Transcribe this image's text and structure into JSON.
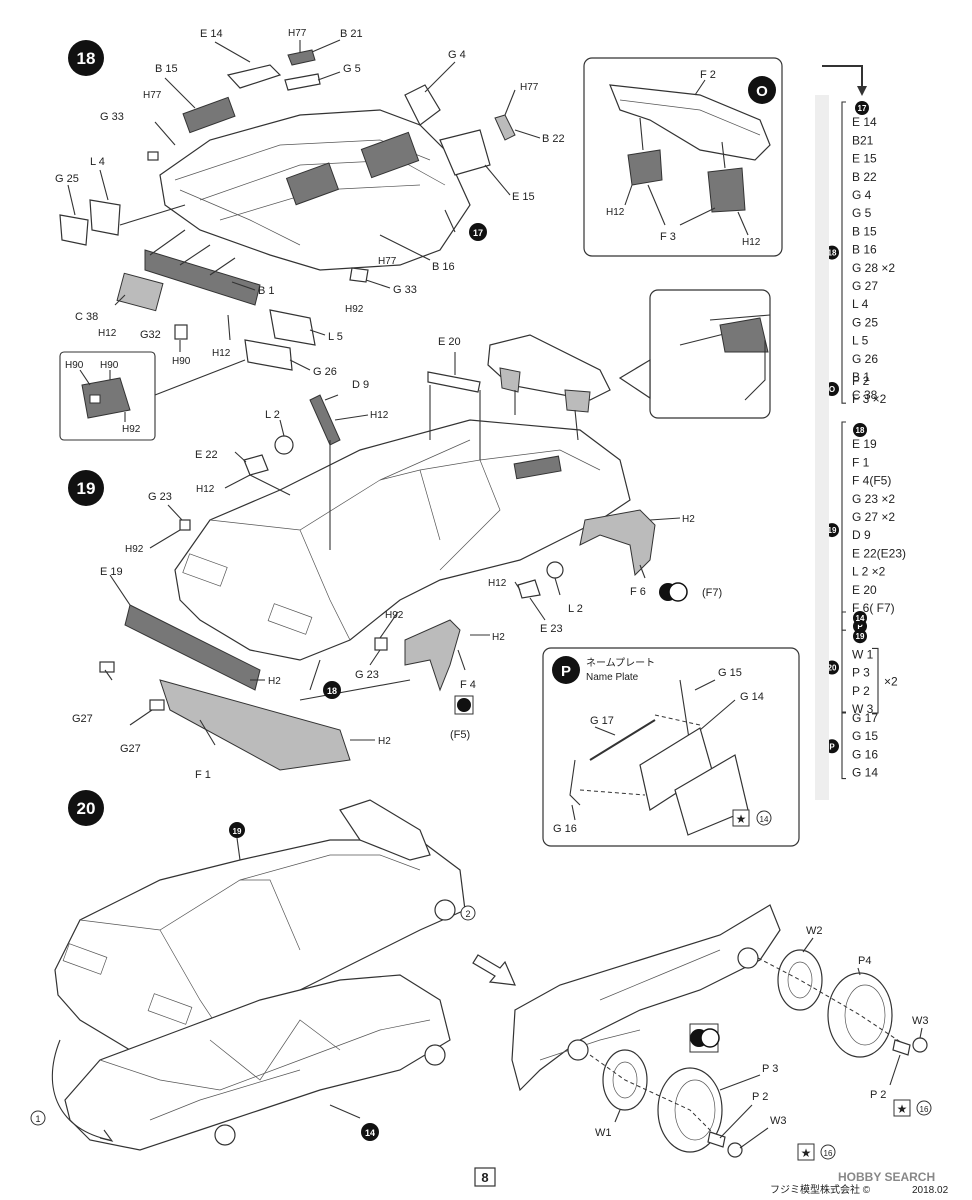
{
  "steps": {
    "s18": "18",
    "s19": "19",
    "s20": "20",
    "circle17": "17",
    "circle18": "18",
    "circle19": "19",
    "circle14": "14",
    "circle1": "1",
    "circle2": "2",
    "circle14b": "14",
    "circle16a": "16",
    "circle16b": "16"
  },
  "step18_labels": {
    "e14": "E 14",
    "h77a": "H77",
    "b21": "B 21",
    "g5": "G 5",
    "g4": "G 4",
    "b15": "B 15",
    "h77b": "H77",
    "g33a": "G 33",
    "h77c": "H77",
    "b22": "B 22",
    "l4": "L 4",
    "g25": "G 25",
    "e15": "E 15",
    "b16": "B 16",
    "h77d": "H77",
    "b1": "B 1",
    "c38": "C 38",
    "h12a": "H12",
    "g32": "G32",
    "h90a": "H90",
    "h12b": "H12",
    "l5": "L 5",
    "g26": "G 26",
    "h92a": "H92",
    "g33b": "G 33",
    "inset_h90a": "H90",
    "inset_h90b": "H90",
    "inset_h92": "H92"
  },
  "optionO": {
    "marker": "O",
    "f2": "F 2",
    "f3": "F 3",
    "h12a": "H12",
    "h12b": "H12"
  },
  "step19_labels": {
    "e20": "E 20",
    "d9": "D 9",
    "h12a": "H12",
    "l2a": "L 2",
    "e22": "E 22",
    "h12b": "H12",
    "g23a": "G 23",
    "h92a": "H92",
    "e19": "E 19",
    "h2a": "H2",
    "f6": "F 6",
    "f7": "(F7)",
    "h12c": "H12",
    "l2b": "L 2",
    "e23": "E 23",
    "h92b": "H92",
    "g23b": "G 23",
    "h2b": "H2",
    "f4": "F 4",
    "f5": "(F5)",
    "h2c": "H2",
    "g27a": "G27",
    "g27b": "G27",
    "h2d": "H2",
    "f1": "F 1"
  },
  "nameplate": {
    "marker": "P",
    "title_jp": "ネームプレート",
    "title_en": "Name Plate",
    "g15": "G 15",
    "g17": "G 17",
    "g14": "G 14",
    "g16": "G 16"
  },
  "step20_labels": {
    "w2": "W2",
    "p4": "P4",
    "w3a": "W3",
    "p2a": "P 2",
    "p3": "P 3",
    "p2b": "P 2",
    "w3b": "W3",
    "w1": "W1"
  },
  "parts_list": {
    "g18": {
      "head": "17",
      "items": [
        "E 14",
        "B21",
        "E 15",
        "B 22",
        "G 4",
        "G 5",
        "B 15",
        "B 16",
        "G 28 ×2",
        "G 27",
        "L 4",
        "G 25",
        "L 5",
        "G 26",
        "B 1",
        "C 38"
      ],
      "label": "18"
    },
    "gO": {
      "label": "O",
      "items": [
        "F 2",
        "F 3 ×2"
      ]
    },
    "g19": {
      "label": "19",
      "items": [
        "18",
        "E 19",
        "F 1",
        "F 4(F5)",
        "G 23 ×2",
        "G 27 ×2",
        "D 9",
        "E 22(E23)",
        "L 2 ×2",
        "E 20",
        "F 6( F7)",
        "P"
      ]
    },
    "g20": {
      "label": "20",
      "items": [
        "14",
        "19",
        "W 1",
        "P 3",
        "P 2",
        "W 3"
      ],
      "mult": "×2"
    },
    "gP": {
      "label": "P",
      "items": [
        "G 17",
        "G 15",
        "G 16",
        "G 14"
      ]
    }
  },
  "footer": {
    "page": "8",
    "maker": "フジミ模型株式会社 ©",
    "date": "2018.02",
    "watermark": "HOBBY SEARCH"
  }
}
